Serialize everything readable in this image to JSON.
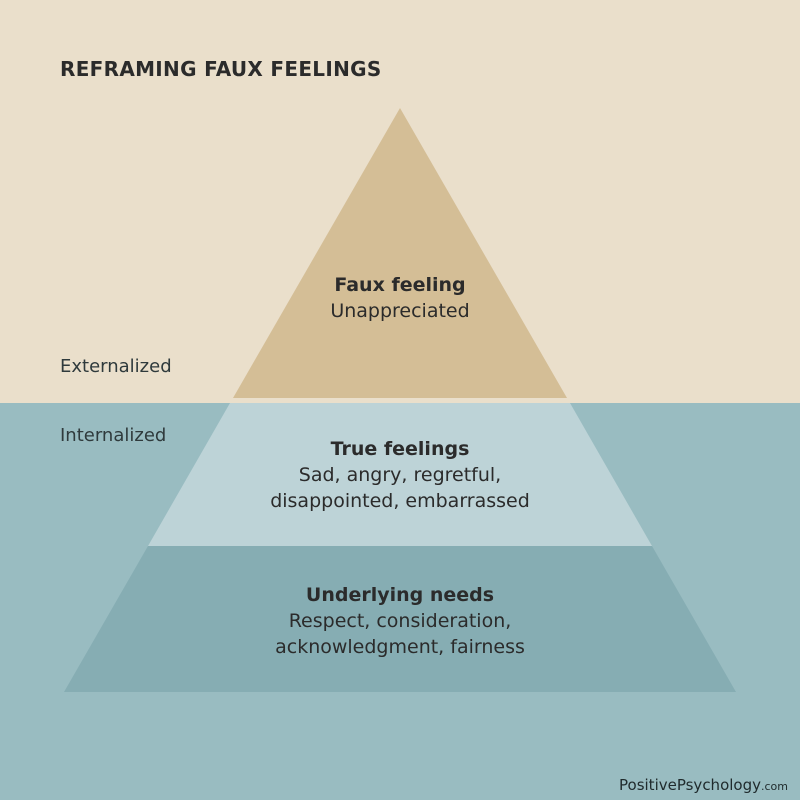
{
  "title": "REFRAMING FAUX FEELINGS",
  "zones": {
    "externalized": "Externalized",
    "internalized": "Internalized"
  },
  "tiers": [
    {
      "heading": "Faux feeling",
      "detail_lines": [
        "Unappreciated"
      ]
    },
    {
      "heading": "True feelings",
      "detail_lines": [
        "Sad, angry, regretful,",
        "disappointed, embarrassed"
      ]
    },
    {
      "heading": "Underlying needs",
      "detail_lines": [
        "Respect, consideration,",
        "acknowledgment, fairness"
      ]
    }
  ],
  "brand": {
    "name": "PositivePsychology",
    "suffix": ".com"
  },
  "colors": {
    "background_externalized": "#eadfcb",
    "background_internalized": "#99bcc1",
    "tier_top": "#d4be96",
    "tier_middle": "#bdd3d7",
    "tier_bottom": "#86adb3"
  }
}
